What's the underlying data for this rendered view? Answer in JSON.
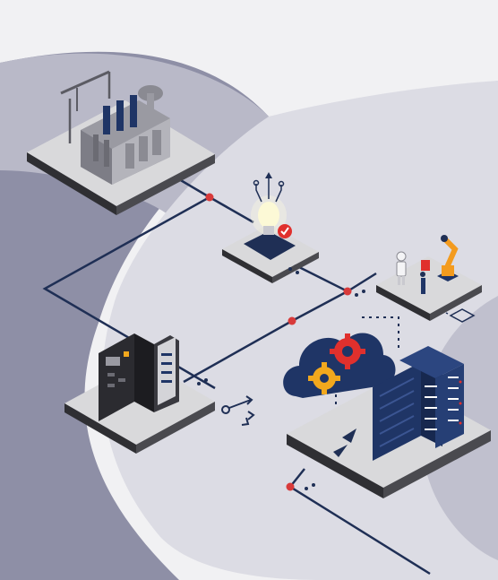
{
  "scene": {
    "palette": {
      "background": "#f1f1f3",
      "blob_dark": "#8e8fa6",
      "blob_light": "#c7c7d4",
      "line": "#1f2f55",
      "node_dot": "#d83a3a",
      "platform_top": "#d9d9db",
      "platform_side": "#4a4a4f",
      "server_blue": "#1f3566",
      "gear_red": "#e0302d",
      "gear_yellow": "#f2a81d",
      "robot_orange": "#f39b1e"
    },
    "platforms": [
      {
        "name": "substation-platform",
        "icon": "transformer-icon"
      },
      {
        "name": "chip-platform",
        "icon": "lightbulb-chip-icon"
      },
      {
        "name": "robotics-platform",
        "icon": "robot-arm-icon"
      },
      {
        "name": "control-cabinet-platform",
        "icon": "electrical-cabinet-icon"
      },
      {
        "name": "datacenter-platform",
        "icon": "server-rack-icon"
      }
    ],
    "decorations": [
      "share-icon",
      "cloud-gears-icon",
      "microchip-outline-icon"
    ]
  }
}
